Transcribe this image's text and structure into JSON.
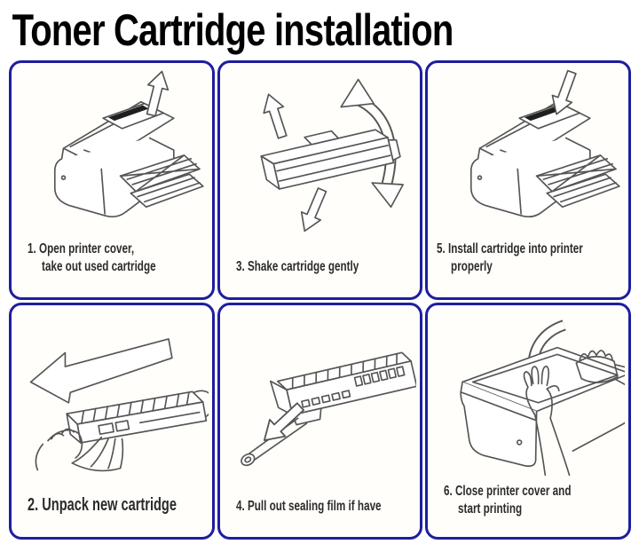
{
  "title": "Toner Cartridge installation",
  "colors": {
    "panel_border": "#1e1e9f",
    "title_text": "#000000",
    "caption_text": "#2b2b2b",
    "background": "#ffffff",
    "line_art": "#555555"
  },
  "panels": [
    {
      "step": 1,
      "line1": "1. Open printer cover,",
      "line2": "take out used cartridge",
      "illustration": "printer-cover-open-arrow-up"
    },
    {
      "step": 3,
      "line1": "3. Shake cartridge gently",
      "line2": "",
      "illustration": "cartridge-shake-arrows"
    },
    {
      "step": 5,
      "line1": "5. Install cartridge into printer",
      "line2": "properly",
      "illustration": "printer-cover-open-arrow-down"
    },
    {
      "step": 2,
      "line1": "2. Unpack new cartridge",
      "line2": "",
      "illustration": "hands-unpack-cartridge-arrow-left"
    },
    {
      "step": 4,
      "line1": "4. Pull out sealing film if have",
      "line2": "",
      "illustration": "cartridge-pull-sealing-film"
    },
    {
      "step": 6,
      "line1": "6. Close printer cover and",
      "line2": "start printing",
      "illustration": "hands-close-printer-cover"
    }
  ]
}
